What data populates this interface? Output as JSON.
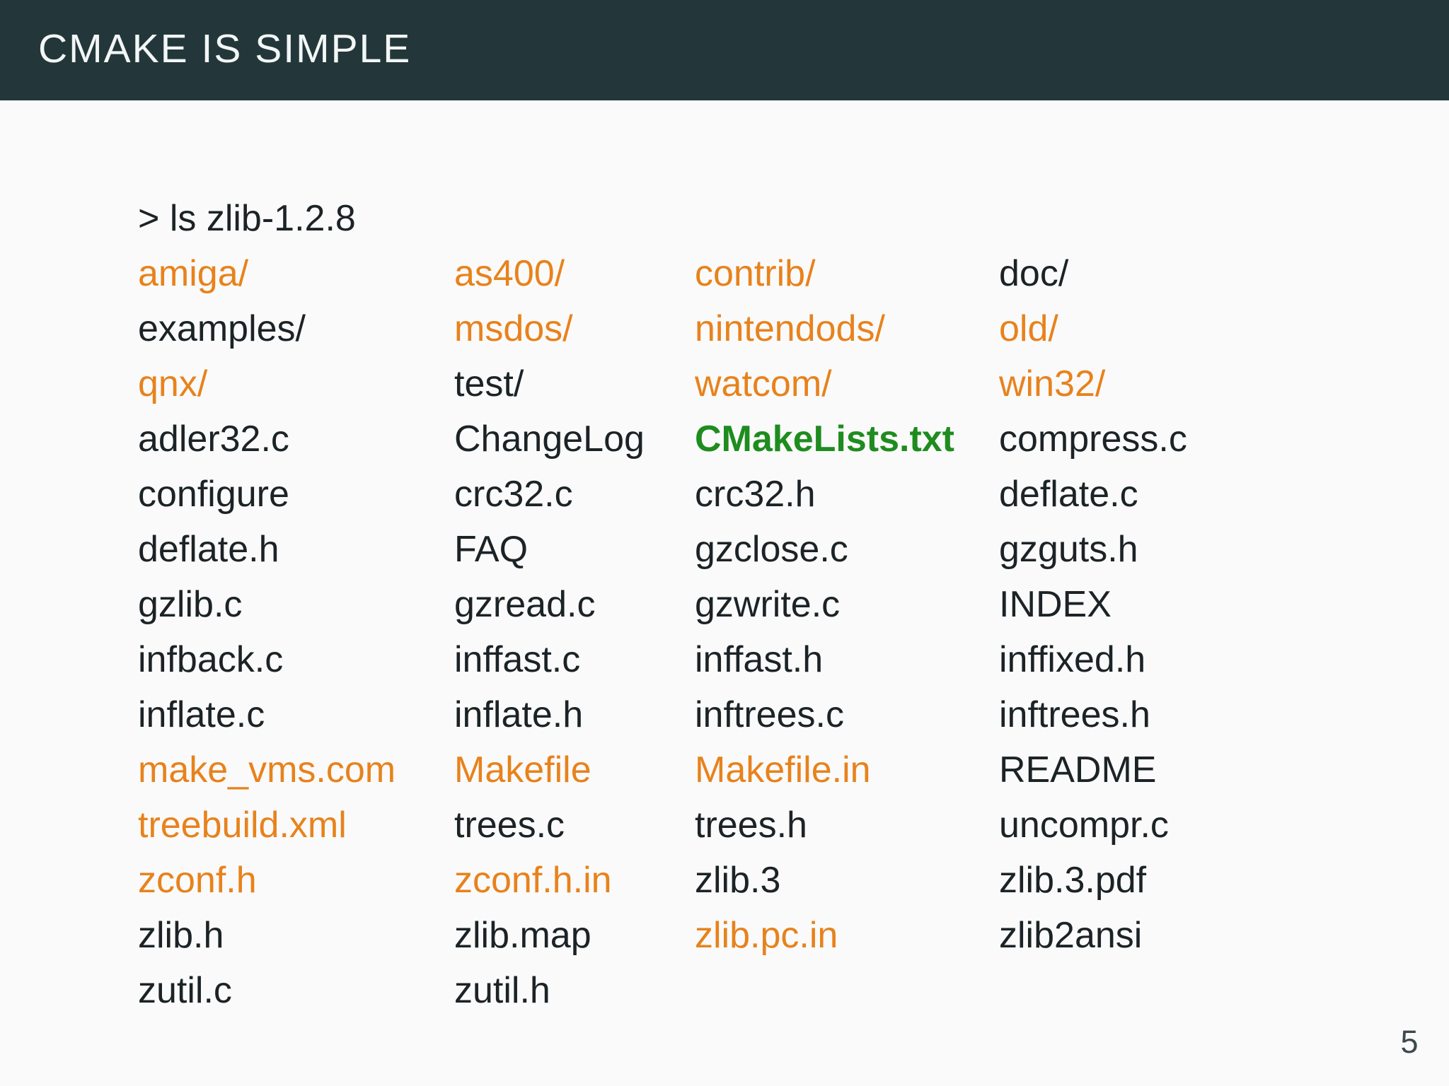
{
  "slide": {
    "title": "CMAKE IS SIMPLE"
  },
  "terminal": {
    "prompt": "> ls zlib-1.2.8"
  },
  "listing": {
    "rows": [
      {
        "cells": [
          {
            "text": "amiga/",
            "style": "accent"
          },
          {
            "text": "as400/",
            "style": "accent"
          },
          {
            "text": "contrib/",
            "style": "accent"
          },
          {
            "text": "doc/",
            "style": "plain"
          }
        ]
      },
      {
        "cells": [
          {
            "text": "examples/",
            "style": "plain"
          },
          {
            "text": "msdos/",
            "style": "accent"
          },
          {
            "text": "nintendods/",
            "style": "accent"
          },
          {
            "text": "old/",
            "style": "accent"
          }
        ]
      },
      {
        "cells": [
          {
            "text": "qnx/",
            "style": "accent"
          },
          {
            "text": "test/",
            "style": "plain"
          },
          {
            "text": "watcom/",
            "style": "accent"
          },
          {
            "text": "win32/",
            "style": "accent"
          }
        ]
      },
      {
        "cells": [
          {
            "text": "adler32.c",
            "style": "plain"
          },
          {
            "text": "ChangeLog",
            "style": "plain"
          },
          {
            "text": "CMakeLists.txt",
            "style": "green"
          },
          {
            "text": "compress.c",
            "style": "plain"
          }
        ]
      },
      {
        "cells": [
          {
            "text": "configure",
            "style": "plain"
          },
          {
            "text": "crc32.c",
            "style": "plain"
          },
          {
            "text": "crc32.h",
            "style": "plain"
          },
          {
            "text": "deflate.c",
            "style": "plain"
          }
        ]
      },
      {
        "cells": [
          {
            "text": "deflate.h",
            "style": "plain"
          },
          {
            "text": "FAQ",
            "style": "plain"
          },
          {
            "text": "gzclose.c",
            "style": "plain"
          },
          {
            "text": "gzguts.h",
            "style": "plain"
          }
        ]
      },
      {
        "cells": [
          {
            "text": "gzlib.c",
            "style": "plain"
          },
          {
            "text": "gzread.c",
            "style": "plain"
          },
          {
            "text": "gzwrite.c",
            "style": "plain"
          },
          {
            "text": "INDEX",
            "style": "plain"
          }
        ]
      },
      {
        "cells": [
          {
            "text": "infback.c",
            "style": "plain"
          },
          {
            "text": "inffast.c",
            "style": "plain"
          },
          {
            "text": "inffast.h",
            "style": "plain"
          },
          {
            "text": "inffixed.h",
            "style": "plain"
          }
        ]
      },
      {
        "cells": [
          {
            "text": "inflate.c",
            "style": "plain"
          },
          {
            "text": "inflate.h",
            "style": "plain"
          },
          {
            "text": "inftrees.c",
            "style": "plain"
          },
          {
            "text": "inftrees.h",
            "style": "plain"
          }
        ]
      },
      {
        "cells": [
          {
            "text": "make_vms.com",
            "style": "accent"
          },
          {
            "text": "Makefile",
            "style": "accent"
          },
          {
            "text": "Makefile.in",
            "style": "accent"
          },
          {
            "text": "README",
            "style": "plain"
          }
        ]
      },
      {
        "cells": [
          {
            "text": "treebuild.xml",
            "style": "accent"
          },
          {
            "text": "trees.c",
            "style": "plain"
          },
          {
            "text": "trees.h",
            "style": "plain"
          },
          {
            "text": "uncompr.c",
            "style": "plain"
          }
        ]
      },
      {
        "cells": [
          {
            "text": "zconf.h",
            "style": "accent"
          },
          {
            "text": "zconf.h.in",
            "style": "accent"
          },
          {
            "text": "zlib.3",
            "style": "plain"
          },
          {
            "text": "zlib.3.pdf",
            "style": "plain"
          }
        ]
      },
      {
        "cells": [
          {
            "text": "zlib.h",
            "style": "plain"
          },
          {
            "text": "zlib.map",
            "style": "plain"
          },
          {
            "text": "zlib.pc.in",
            "style": "accent"
          },
          {
            "text": "zlib2ansi",
            "style": "plain"
          }
        ]
      },
      {
        "cells": [
          {
            "text": "zutil.c",
            "style": "plain"
          },
          {
            "text": "zutil.h",
            "style": "plain"
          }
        ]
      }
    ]
  },
  "footer": {
    "page_number": "5"
  },
  "colors": {
    "background": "#FAFAFA",
    "header_background": "#23373B",
    "header_text": "#F2F6F5",
    "body_text": "#1C2326",
    "accent_orange": "#E8821C",
    "highlight_green": "#1E8C1E"
  }
}
